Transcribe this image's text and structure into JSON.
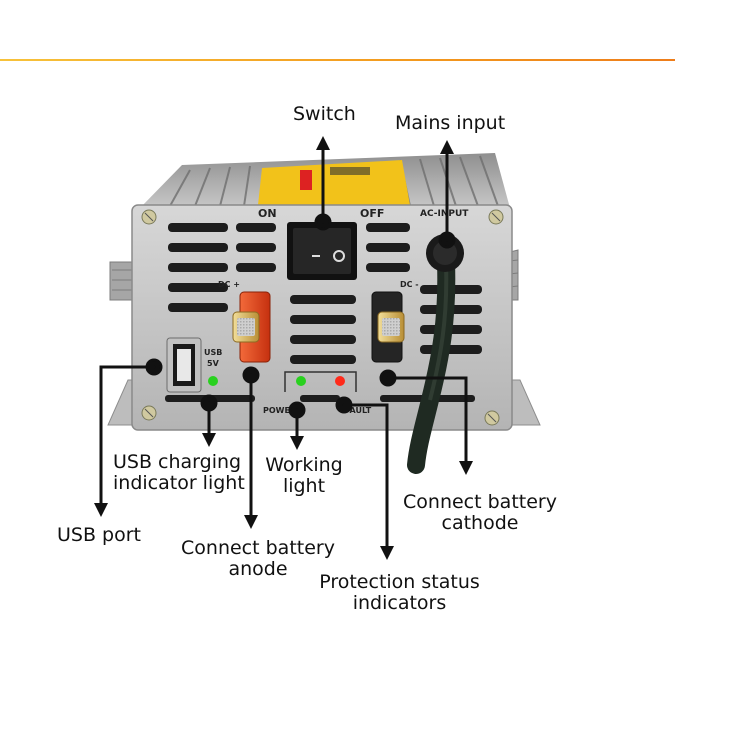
{
  "callouts": {
    "switch": "Switch",
    "mains_input": "Mains input",
    "usb_port": "USB port",
    "usb_indicator_1": "USB charging",
    "usb_indicator_2": "indicator light",
    "working_1": "Working",
    "working_2": "light",
    "anode_1": "Connect battery",
    "anode_2": "anode",
    "cathode_1": "Connect battery",
    "cathode_2": "cathode",
    "protection_1": "Protection status",
    "protection_2": "indicators"
  },
  "panel_markings": {
    "on": "ON",
    "off": "OFF",
    "ac_input": "AC-INPUT",
    "dc_plus": "DC +",
    "dc_minus": "DC -",
    "usb": "USB",
    "usb_voltage": "5V",
    "power": "POWER",
    "fault": "FAULT"
  },
  "colors": {
    "accent_line": "#f39a1e",
    "housing": "#c9c9c9",
    "anode_clamp": "#e0441b",
    "cathode_clamp": "#2a2a2a",
    "led_green": "#29d11f",
    "led_red": "#ff2a1a",
    "arrows": "#111111"
  }
}
